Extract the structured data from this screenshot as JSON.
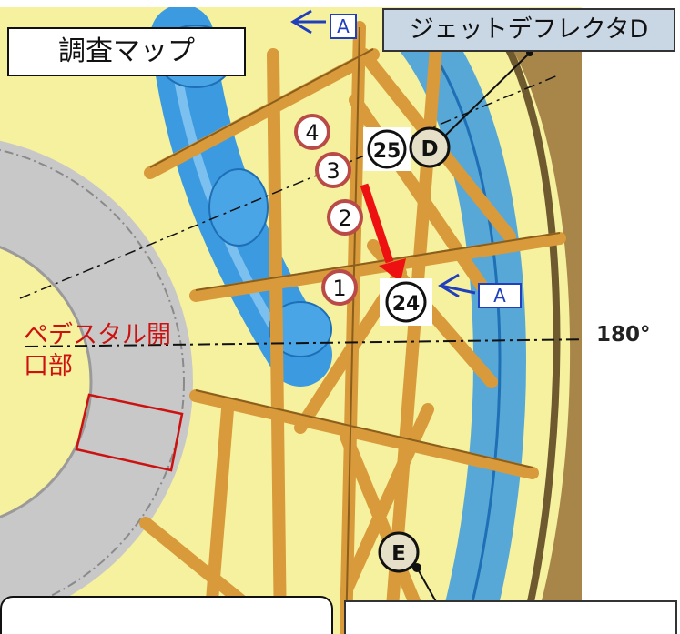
{
  "labels": {
    "map_title": "調査マップ",
    "deflector_d": "ジェットデフレクタD",
    "section_a": "A",
    "pedestal_opening": "ペデスタル開口部",
    "angle": "180°"
  },
  "markers": {
    "point_1": "1",
    "point_2": "2",
    "point_3": "3",
    "point_4": "4",
    "point_24": "24",
    "point_25": "25",
    "deflector_d": "D",
    "deflector_e": "E"
  },
  "colors": {
    "background": "#ffffff",
    "floor_yellow": "#f6f19e",
    "pedestal_gray": "#c8c8c8",
    "pipe_blue": "#3c9be0",
    "steel_orange": "#d89a3a",
    "marker_red": "#b94a48",
    "arrow_red": "#ee1111",
    "label_red": "#cc1111",
    "label_box_blue": "#c9d6e3",
    "section_blue": "#1f3fbf",
    "deflector_beige": "#e6e0c8"
  }
}
